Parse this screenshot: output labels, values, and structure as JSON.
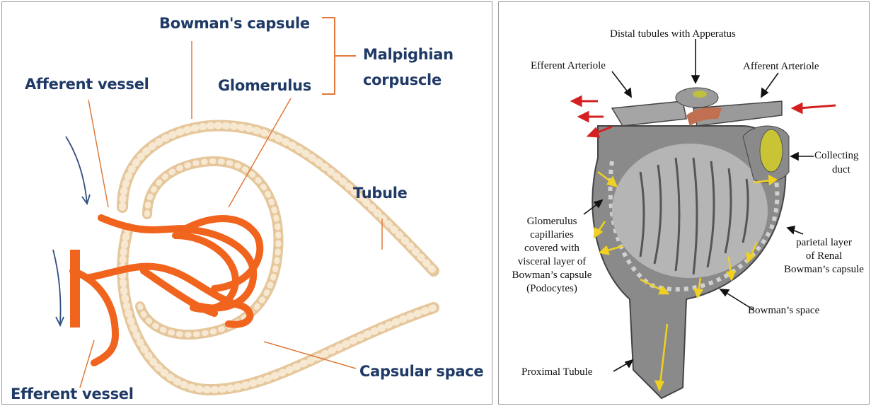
{
  "left": {
    "labels": {
      "bowmans_capsule": "Bowman's capsule",
      "malpighian_1": "Malpighian",
      "malpighian_2": "corpuscle",
      "afferent_vessel": "Afferent vessel",
      "glomerulus": "Glomerulus",
      "tubule": "Tubule",
      "capsular_space": "Capsular space",
      "efferent_vessel": "Efferent vessel"
    }
  },
  "right": {
    "labels": {
      "distal_tubules": "Distal tubules with Apperatus",
      "efferent_arteriole": "Efferent Arteriole",
      "afferent_arteriole": "Afferent Arteriole",
      "collecting_1": "Collecting",
      "collecting_2": "duct",
      "glomerulus_block": [
        "Glomerulus",
        "capillaries",
        "covered with",
        "visceral layer of",
        "Bowman’s capsule",
        "(Podocytes)"
      ],
      "parietal_block": [
        "parietal layer",
        "of Renal",
        "Bowman’s capsule"
      ],
      "bowmans_space": "Bowman’s space",
      "proximal_tubule": "Proximal Tubule"
    }
  },
  "colors": {
    "label_blue": "#1f3a66",
    "vessel_orange": "#f0641e",
    "capsule_beige": "#e9cfa8",
    "red_arrow": "#d42020",
    "yellow_arrow": "#f0d020"
  }
}
